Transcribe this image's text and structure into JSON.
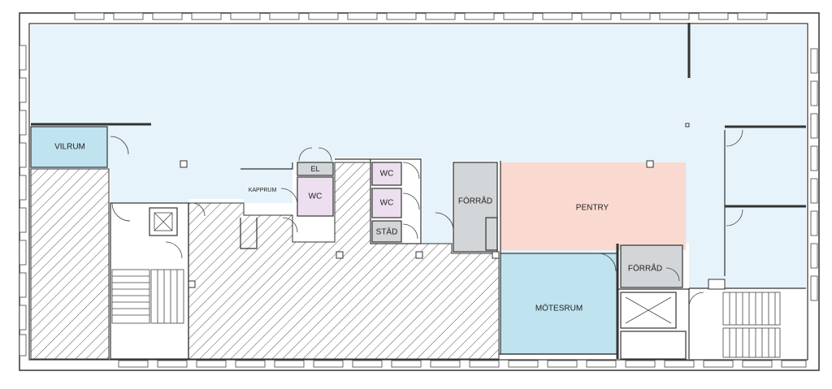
{
  "colors": {
    "open_office": "#e6f3fa",
    "vilrum": "#bfe3ef",
    "motesrum": "#bfe3ef",
    "pentry": "#fad9d0",
    "wc": "#eddff0",
    "storage": "#d3d6d8",
    "wall": "#333333"
  },
  "rooms": {
    "vilrum": "VILRUM",
    "kapprum": "KAPPRUM",
    "el": "EL",
    "wc_main": "WC",
    "wc_upper": "WC",
    "wc_lower": "WC",
    "stad": "STÄD",
    "forrad_center": "FÖRRÅD",
    "pentry": "PENTRY",
    "forrad_right": "FÖRRÅD",
    "motesrum": "MÖTESRUM"
  }
}
